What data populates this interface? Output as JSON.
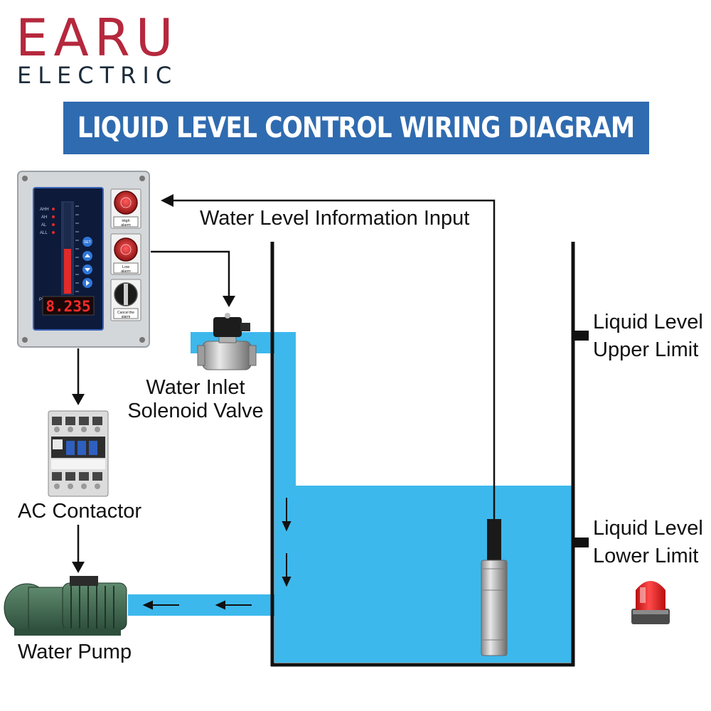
{
  "brand": {
    "name": "EARU",
    "sub": "ELECTRIC"
  },
  "title": "LIQUID LEVEL CONTROL WIRING DIAGRAM",
  "labels": {
    "info_input": "Water Level Information Input",
    "valve_line1": "Water Inlet",
    "valve_line2": "Solenoid Valve",
    "contactor": "AC Contactor",
    "pump": "Water Pump",
    "upper_line1": "Liquid Level",
    "upper_line2": "Upper Limit",
    "lower_line1": "Liquid Level",
    "lower_line2": "Lower Limit"
  },
  "controller": {
    "scale_labels": [
      "AHH",
      "AH",
      "AL",
      "ALL"
    ],
    "set_label": "SET",
    "pv_label": "PV",
    "display_value": "8.235",
    "high_alarm_line1": "High",
    "high_alarm_line2": "alarm",
    "low_alarm_line1": "Low",
    "low_alarm_line2": "alarm",
    "cancel_line1": "Cancel the",
    "cancel_line2": "alarm"
  },
  "colors": {
    "brand_red": "#b5283d",
    "banner_blue": "#2f6bb0",
    "water": "#3db8ec",
    "alarm_red": "#d91f1f"
  },
  "icons": [
    "controller-panel",
    "solenoid-valve",
    "ac-contactor",
    "water-pump",
    "level-sensor-probe",
    "alarm-beacon"
  ]
}
